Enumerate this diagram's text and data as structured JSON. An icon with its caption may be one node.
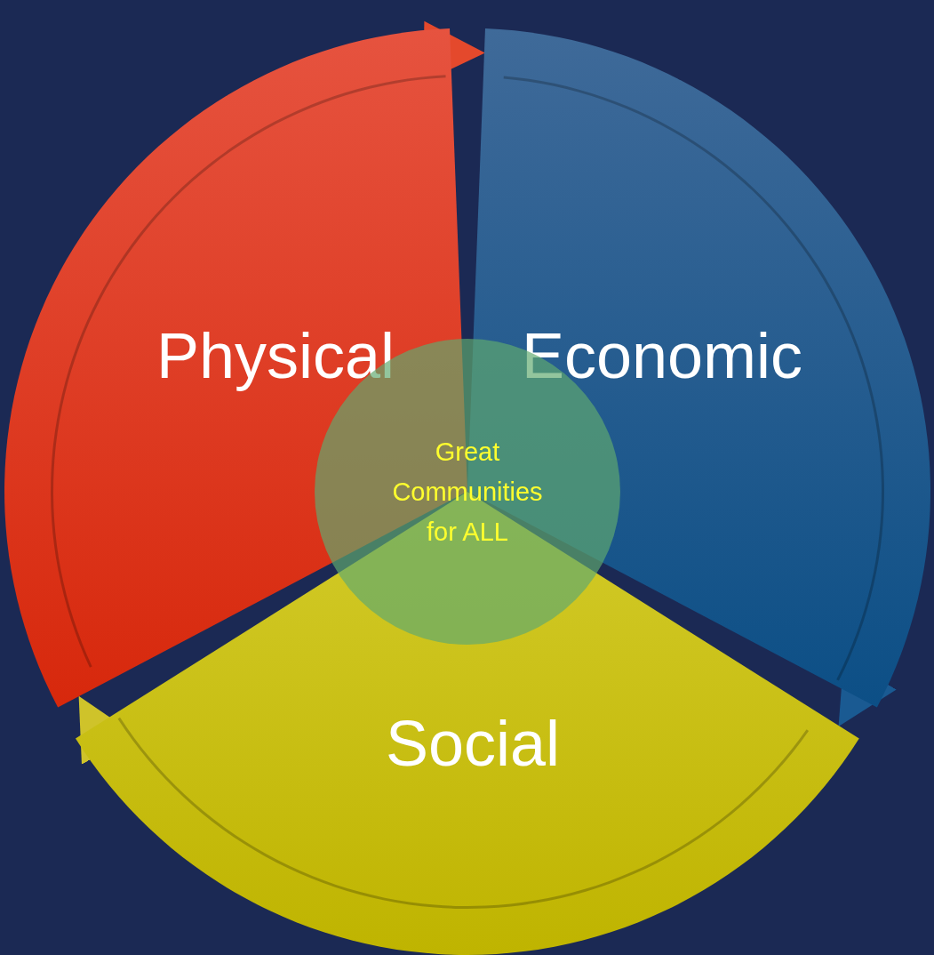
{
  "diagram": {
    "nodes": [
      {
        "text": [
          "Physical"
        ]
      },
      {
        "text": [
          "Economic"
        ]
      },
      {
        "text": [
          "Social"
        ]
      },
      {
        "text": [
          "Great Communities for ALL"
        ]
      }
    ],
    "edges": [
      {
        "from": 0,
        "to": 1,
        "arrow": "to",
        "color": "#e4492c"
      },
      {
        "from": 1,
        "to": 2,
        "arrow": "to",
        "color": "#1a5a92"
      },
      {
        "from": 2,
        "to": 0,
        "arrow": "to",
        "color": "#cfc32a"
      }
    ]
  }
}
